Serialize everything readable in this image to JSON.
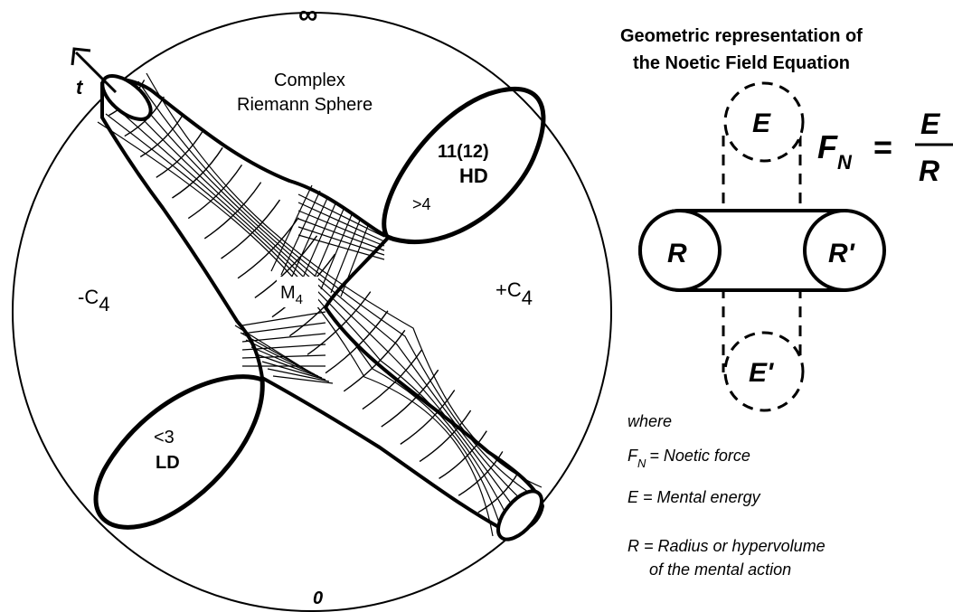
{
  "sphere": {
    "top_label": "∞",
    "bottom_label": "0",
    "title_line1": "Complex",
    "title_line2": "Riemann Sphere",
    "axis_label": "t",
    "left_label": "-C",
    "left_sub": "4",
    "right_label": "+C",
    "right_sub": "4",
    "center_label": "M",
    "center_sub": "4",
    "hd_line1": "11(12)",
    "hd_line2": "HD",
    "gt_label": ">4",
    "ld_line1": "<3",
    "ld_line2": "LD"
  },
  "equation": {
    "title_line1": "Geometric representation of",
    "title_line2": "the Noetic Field Equation",
    "top_circle": "E",
    "bottom_circle": "E'",
    "left_circle": "R",
    "right_circle": "R'",
    "lhs": "F",
    "lhs_sub": "N",
    "equals": "=",
    "numerator": "E",
    "denominator": "R"
  },
  "legend": {
    "where": "where",
    "f_sym": "F",
    "f_sub": "N",
    "f_def": "=   Noetic force",
    "e_def": "E = Mental energy",
    "r_def_line1": "R = Radius or hypervolume",
    "r_def_line2": "of the mental action"
  }
}
